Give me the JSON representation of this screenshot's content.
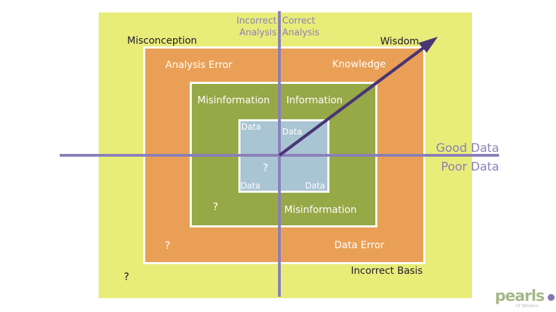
{
  "headers": {
    "incorrect_analysis": "Incorrect Analysis",
    "correct_analysis": "Correct Analysis"
  },
  "axis": {
    "good_data": "Good Data",
    "poor_data": "Poor Data"
  },
  "outer": {
    "misconception": "Misconception",
    "wisdom": "Wisdom",
    "incorrect_basis": "Incorrect Basis",
    "question": "?"
  },
  "orange": {
    "analysis_error": "Analysis Error",
    "knowledge": "Knowledge",
    "data_error": "Data Error",
    "question": "?"
  },
  "green": {
    "misinformation_top": "Misinformation",
    "information": "Information",
    "misinformation_bottom": "Misinformation",
    "question": "?"
  },
  "blue": {
    "data_tl": "Data",
    "data_tr": "Data",
    "data_bl": "Data",
    "data_br": "Data",
    "question": "?"
  },
  "logo": {
    "word": "pearls",
    "tagline": "Of Wisdom"
  },
  "colors": {
    "outer": "#e8ec78",
    "orange": "#e9a056",
    "green": "#97a847",
    "blue": "#a9c4d3",
    "axis": "#8a7fb8",
    "arrow": "#4a3575"
  }
}
